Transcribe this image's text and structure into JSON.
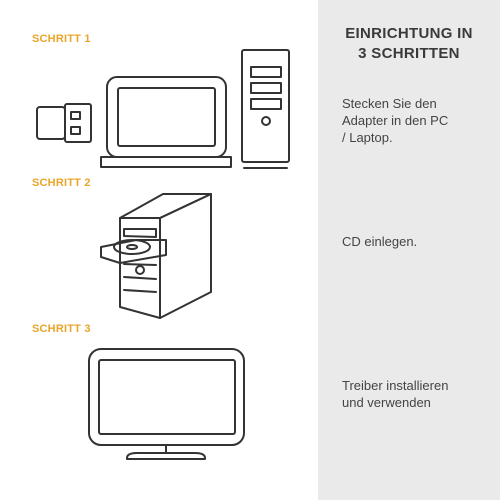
{
  "colors": {
    "accent": "#e8a52a",
    "line": "#333333",
    "panel_bg": "#eaeaea"
  },
  "steps": [
    {
      "label": "SCHRITT 1",
      "icon": "usb-adapter-laptop-pc-icon"
    },
    {
      "label": "SCHRITT 2",
      "icon": "cd-insert-pc-icon"
    },
    {
      "label": "SCHRITT 3",
      "icon": "monitor-icon"
    }
  ],
  "title": {
    "line1": "EINRICHTUNG IN",
    "line2": "3 SCHRITTEN"
  },
  "descriptions": [
    {
      "line1": "Stecken Sie den",
      "line2": "Adapter in den PC",
      "line3": "/ Laptop."
    },
    {
      "line1": "CD einlegen."
    },
    {
      "line1": "Treiber installieren",
      "line2": "und verwenden"
    }
  ]
}
